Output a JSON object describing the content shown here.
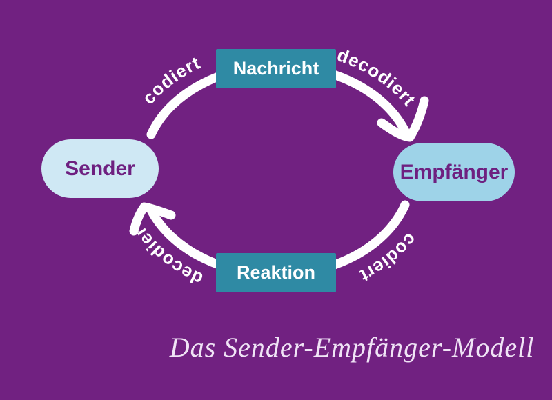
{
  "title": {
    "text": "Das Sender-Empfänger-Modell",
    "color": "#f0e4f6"
  },
  "background_color": "#712181",
  "nodes": {
    "sender": {
      "label": "Sender",
      "fill": "#cfe8f4",
      "text_color": "#6e2080",
      "shape": "pill"
    },
    "nachricht": {
      "label": "Nachricht",
      "fill": "#2f8aa4",
      "text_color": "#ffffff",
      "shape": "rect"
    },
    "empfaenger": {
      "label": "Empfänger",
      "fill": "#9ed3e8",
      "text_color": "#6e2080",
      "shape": "pill"
    },
    "reaktion": {
      "label": "Reaktion",
      "fill": "#2f8aa4",
      "text_color": "#ffffff",
      "shape": "rect"
    }
  },
  "edges": {
    "arrow_color": "#ffffff",
    "top_left": {
      "label": "codiert",
      "from": "Sender",
      "to": "Nachricht"
    },
    "top_right": {
      "label": "decodiert",
      "from": "Nachricht",
      "to": "Empfänger"
    },
    "bottom_right": {
      "label": "codiert",
      "from": "Empfänger",
      "to": "Reaktion"
    },
    "bottom_left": {
      "label": "decodiert",
      "from": "Reaktion",
      "to": "Sender"
    }
  }
}
